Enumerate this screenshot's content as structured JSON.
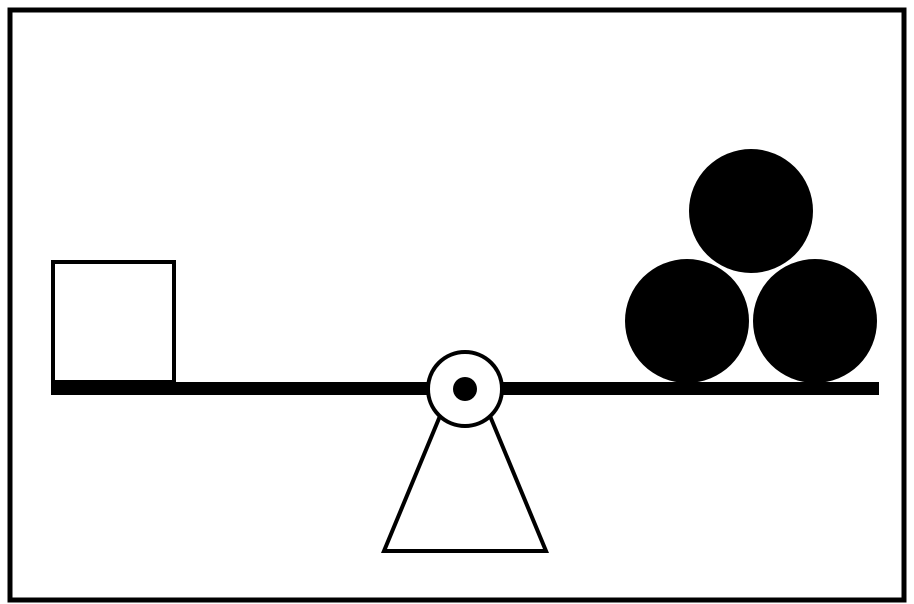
{
  "diagram": {
    "left_side": {
      "object": "square",
      "count": 1,
      "fill": "#ffffff"
    },
    "right_side": {
      "object": "circle",
      "count": 3,
      "fill": "#000000"
    },
    "fulcrum": "triangle",
    "state": "balanced"
  },
  "colors": {
    "stroke": "#000000",
    "background": "#ffffff"
  }
}
